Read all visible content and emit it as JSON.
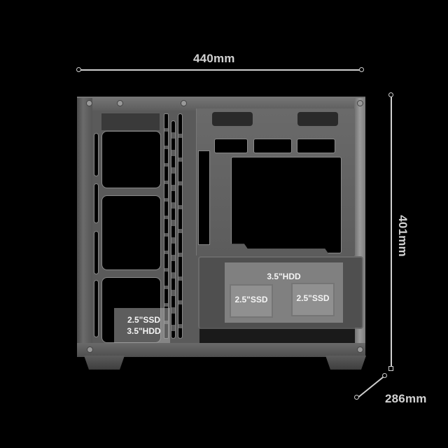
{
  "dimensions": {
    "width": {
      "label": "440mm",
      "value": 440,
      "unit": "mm"
    },
    "height": {
      "label": "401mm",
      "value": 401,
      "unit": "mm"
    },
    "depth": {
      "label": "286mm",
      "value": 286,
      "unit": "mm"
    }
  },
  "drive_mounts": {
    "main_cage": {
      "label": "3.5\"HDD",
      "slots": [
        {
          "label": "2.5\"SSD"
        },
        {
          "label": "2.5\"SSD"
        }
      ]
    },
    "front_bay": {
      "line1": "2.5\"SSD",
      "line2": "3.5\"HDD"
    }
  },
  "colors": {
    "background": "#000000",
    "dimension_lines": "#cfcfcf",
    "case_body": "#5a5a5a",
    "overlay": "#aaaaaa"
  }
}
